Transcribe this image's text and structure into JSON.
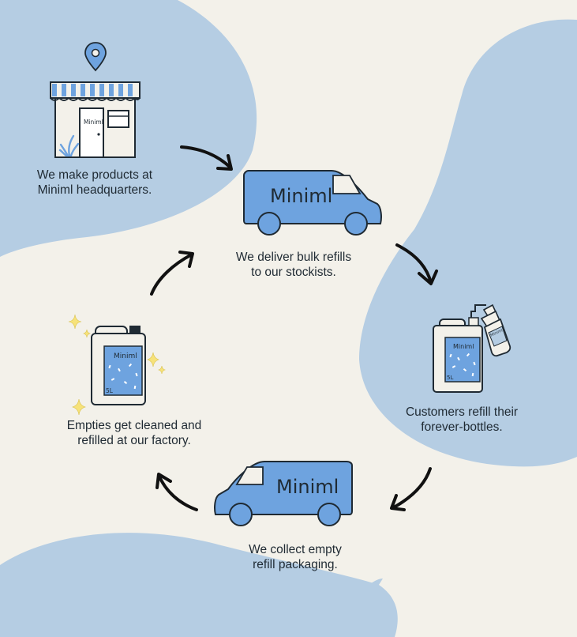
{
  "steps": [
    {
      "line1": "We make products at",
      "line2": "Miniml headquarters."
    },
    {
      "line1": "We deliver bulk refills",
      "line2": "to our stockists."
    },
    {
      "line1": "Customers refill their",
      "line2": "forever-bottles."
    },
    {
      "line1": "We collect empty",
      "line2": "refill packaging."
    },
    {
      "line1": "Empties get cleaned and",
      "line2": "refilled at our factory."
    }
  ],
  "brand": {
    "shop_sign": "Miniml",
    "van_logo": "Miniml",
    "container_label": "Miniml",
    "container_size": "5L"
  },
  "colors": {
    "background": "#f3f1ea",
    "blob": "#b5cde3",
    "accent_blue": "#6ea3df",
    "outline": "#1f2a33"
  },
  "icons": [
    "map-pin-icon",
    "shop-icon",
    "delivery-van-icon",
    "refill-container-icon",
    "spray-bottle-icon",
    "sparkle-icon",
    "cycle-arrow-icon"
  ]
}
